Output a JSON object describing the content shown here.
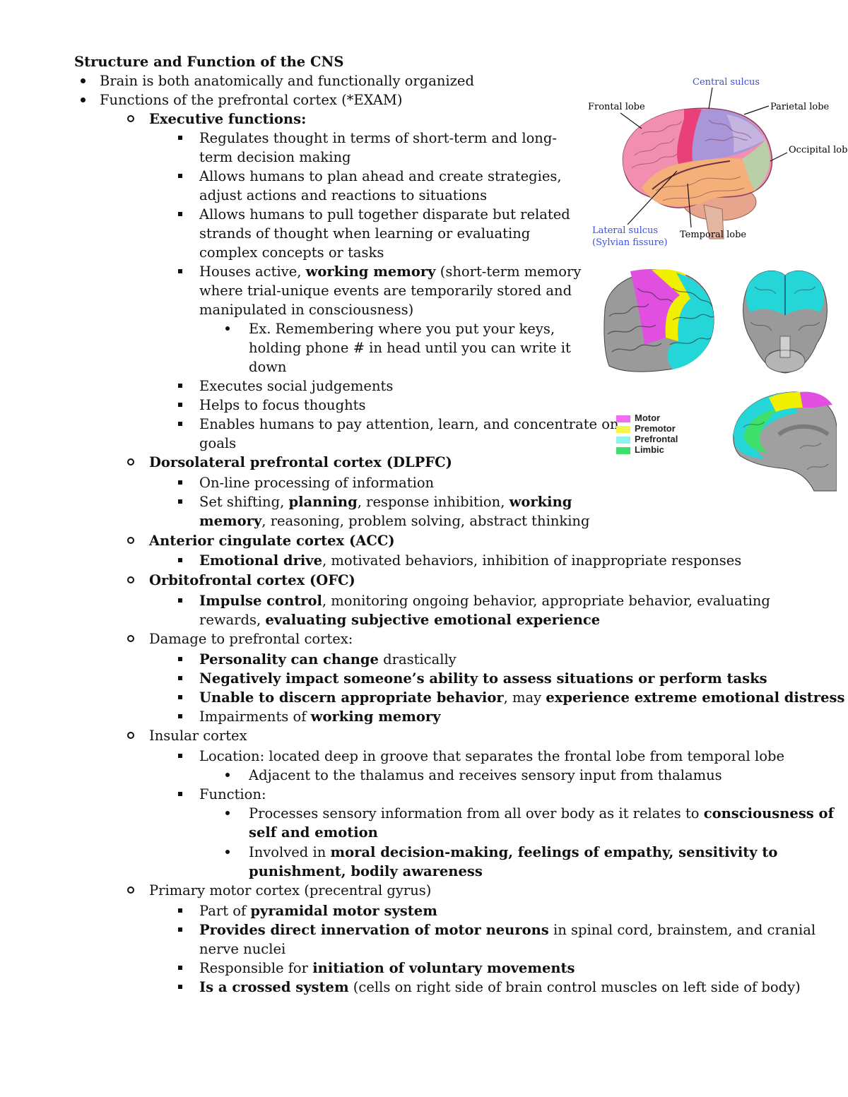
{
  "heading": "Structure and Function of the CNS",
  "lines": [
    [
      "Brain is both anatomically and functionally organized"
    ],
    [
      "Functions of the prefrontal cortex (*EXAM)"
    ],
    [
      {
        "b": "Executive functions:"
      }
    ],
    [
      "Regulates thought in terms of short-term and long-"
    ],
    [
      "term decision making"
    ],
    [
      "Allows humans to plan ahead and create strategies,"
    ],
    [
      "adjust actions and reactions to situations"
    ],
    [
      "Allows humans to pull together disparate but related"
    ],
    [
      "strands of thought when learning or evaluating"
    ],
    [
      "complex concepts or tasks"
    ],
    [
      "Houses active, ",
      {
        "b": "working memory"
      },
      " (short-term memory"
    ],
    [
      "where trial-unique events are temporarily stored and"
    ],
    [
      "manipulated in consciousness)"
    ],
    [
      "Ex. Remembering where you put your keys,"
    ],
    [
      "holding phone # in head until you can write it"
    ],
    [
      "down"
    ],
    [
      "Executes social judgements"
    ],
    [
      "Helps to focus thoughts"
    ],
    [
      "Enables humans to pay attention, learn, and concentrate on"
    ],
    [
      "goals"
    ],
    [
      {
        "b": "Dorsolateral prefrontal cortex (DLPFC)"
      }
    ],
    [
      "On-line processing of information"
    ],
    [
      "Set shifting, ",
      {
        "b": "planning"
      },
      ", response inhibition, ",
      {
        "b": "working"
      }
    ],
    [
      {
        "b": "memory"
      },
      ", reasoning, problem solving, abstract thinking"
    ],
    [
      {
        "b": "Anterior cingulate cortex (ACC)"
      }
    ],
    [
      {
        "b": "Emotional drive"
      },
      ", motivated behaviors, inhibition of inappropriate responses"
    ],
    [
      {
        "b": "Orbitofrontal cortex (OFC)"
      }
    ],
    [
      {
        "b": "Impulse control"
      },
      ", monitoring ongoing behavior, appropriate behavior, evaluating"
    ],
    [
      "rewards, ",
      {
        "b": "evaluating subjective emotional experience"
      }
    ],
    [
      "Damage to prefrontal cortex:"
    ],
    [
      {
        "b": "Personality can change"
      },
      " drastically"
    ],
    [
      {
        "b": "Negatively impact someone’s ability to assess situations or perform tasks"
      }
    ],
    [
      {
        "b": "Unable to discern appropriate behavior"
      },
      ", may ",
      {
        "b": "experience extreme emotional distress"
      }
    ],
    [
      "Impairments of ",
      {
        "b": "working memory"
      }
    ],
    [
      "Insular cortex"
    ],
    [
      "Location: located deep in groove that separates the frontal lobe from temporal lobe"
    ],
    [
      "Adjacent to the thalamus and receives sensory input from thalamus"
    ],
    [
      "Function:"
    ],
    [
      "Processes sensory information from all over body as it relates to ",
      {
        "b": "consciousness of"
      }
    ],
    [
      {
        "b": "self and emotion"
      }
    ],
    [
      "Involved in ",
      {
        "b": "moral decision-making, feelings of empathy, sensitivity to"
      }
    ],
    [
      {
        "b": "punishment, bodily awareness"
      }
    ],
    [
      "Primary motor cortex (precentral gyrus)"
    ],
    [
      "Part of ",
      {
        "b": "pyramidal motor system"
      }
    ],
    [
      {
        "b": "Provides direct innervation of motor neurons"
      },
      "  in spinal cord, brainstem, and cranial"
    ],
    [
      "nerve nuclei"
    ],
    [
      "Responsible for ",
      {
        "b": "initiation of voluntary movements"
      }
    ],
    [
      {
        "b": "Is a crossed system"
      },
      " (cells on right side of brain control muscles on left side of body)"
    ]
  ],
  "figure_labels": {
    "central_sulcus": "Central sulcus",
    "frontal_lobe": "Frontal lobe",
    "parietal_lobe": "Parietal lobe",
    "occipital_lobe": "Occipital lobe",
    "lateral_sulcus": "Lateral sulcus",
    "sylvian_fissure": "(Sylvian fissure)",
    "temporal_lobe": "Temporal lobe"
  },
  "legend": [
    {
      "label": "Motor",
      "color": "#f36cf0"
    },
    {
      "label": "Premotor",
      "color": "#f5f54a"
    },
    {
      "label": "Prefrontal",
      "color": "#8df3f0"
    },
    {
      "label": "Limbic",
      "color": "#3ee06b"
    }
  ],
  "colors": {
    "frontal": "#f28fb0",
    "motor": "#e9407a",
    "parietal": "#a996d8",
    "parietal2": "#c7b7e0",
    "temporal": "#f5b07a",
    "occipital": "#b8cfa8",
    "cerebellum": "#e8a58e",
    "label_blue": "#3b4fd8",
    "cyan": "#25d6d8",
    "magenta": "#e04fe0",
    "yellow": "#f0f000",
    "grey": "#9a9a9a"
  }
}
